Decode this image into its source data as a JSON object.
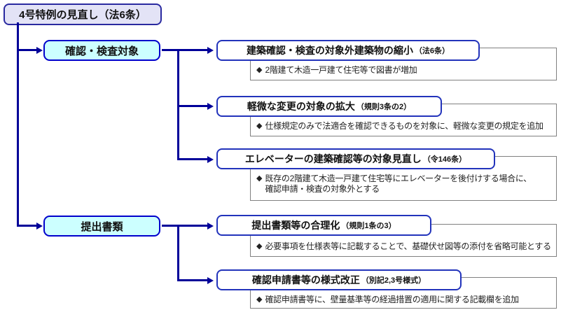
{
  "diagram": {
    "root_title": "4号特例の見直し（法6条）",
    "categories": [
      {
        "label": "確認・検査対象"
      },
      {
        "label": "提出書類"
      }
    ],
    "items": [
      {
        "title": "建築確認・検査の対象外建築物の縮小",
        "ref": "（法6条）",
        "bullet": "◆",
        "desc": "2階建て木造一戸建て住宅等で図書が増加"
      },
      {
        "title": "軽微な変更の対象の拡大",
        "ref": "（規則3条の2）",
        "bullet": "◆",
        "desc": "仕様規定のみで法適合を確認できるものを対象に、軽微な変更の規定を追加"
      },
      {
        "title": "エレベーターの建築確認等の対象見直し",
        "ref": "（令146条）",
        "bullet": "◆",
        "desc": "既存の2階建て木造一戸建て住宅等にエレベーターを後付けする場合に、\n確認申請・検査の対象外とする"
      },
      {
        "title": "提出書類等の合理化",
        "ref": "（規則1条の3）",
        "bullet": "◆",
        "desc": "必要事項を仕様表等に記載することで、基礎伏せ図等の添付を省略可能とする"
      },
      {
        "title": "確認申請書等の様式改正",
        "ref": "（別記2,3号様式）",
        "bullet": "◆",
        "desc": "確認申請書等に、壁量基準等の経過措置の適用に関する記載欄を追加"
      }
    ],
    "colors": {
      "line": "#000099",
      "title_fill": "#E3E3F6",
      "title_border": "#2A2AA0",
      "category_fill": "#CCFFFF",
      "category_border": "#0000CC",
      "item_border": "#2233BB",
      "desc_border": "#808080"
    }
  }
}
